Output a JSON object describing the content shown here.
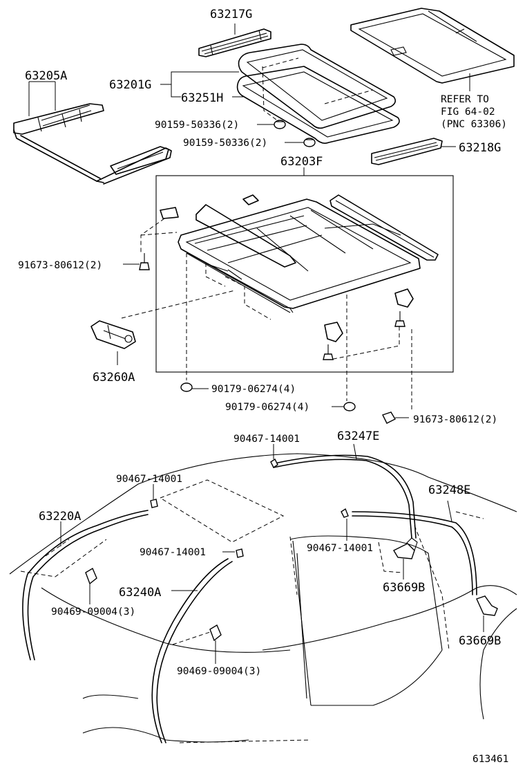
{
  "labels": {
    "p63217G": "63217G",
    "p63205A": "63205A",
    "p63201G": "63201G",
    "p63251H": "63251H",
    "bolt1": "90159-50336(2)",
    "bolt2": "90159-50336(2)",
    "refer1": "REFER TO",
    "refer2": "FIG 64-02",
    "refer3": "(PNC 63306)",
    "p63218G": "63218G",
    "p63203F": "63203F",
    "scr1": "91673-80612(2)",
    "p63260A": "63260A",
    "nut1": "90179-06274(4)",
    "nut2": "90179-06274(4)",
    "scr2": "91673-80612(2)",
    "clip1": "90467-14001",
    "p63247E": "63247E",
    "clip2": "90467-14001",
    "p63248E": "63248E",
    "p63220A": "63220A",
    "clip3": "90467-14001",
    "clip4": "90467-14001",
    "p63669B1": "63669B",
    "p63240A": "63240A",
    "clipr1": "90469-09004(3)",
    "p63669B2": "63669B",
    "clipr2": "90469-09004(3)",
    "fig_no": "613461"
  }
}
